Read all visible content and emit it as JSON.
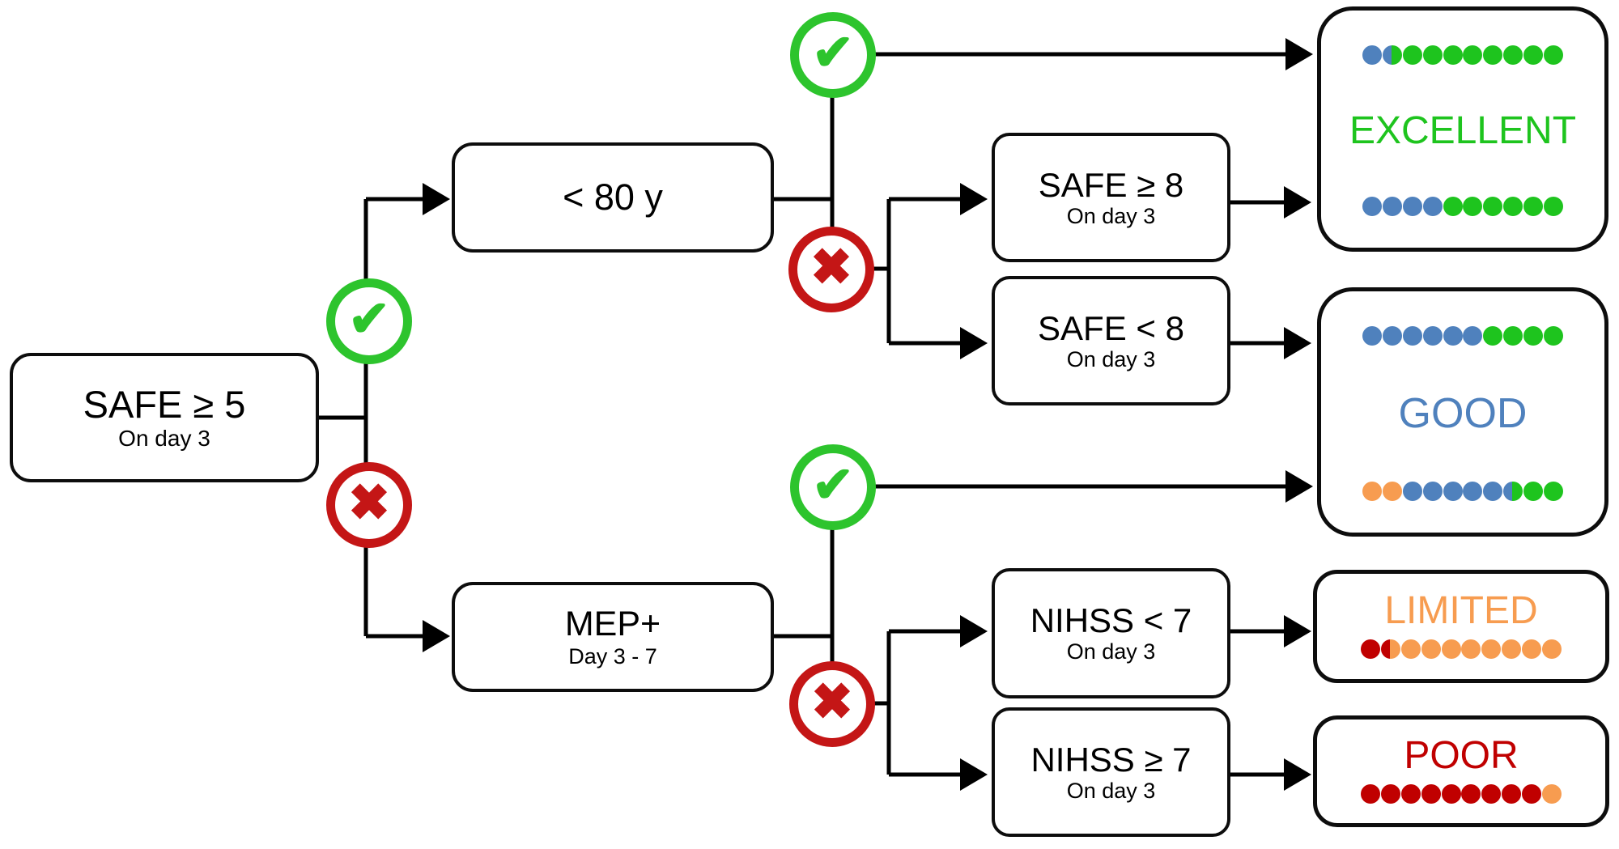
{
  "palette": {
    "green": "#1ec41e",
    "blue": "#4f81bd",
    "orange": "#f79c50",
    "dark_red": "#c00000",
    "check_green": "#2dc42d",
    "cross_red": "#c41616"
  },
  "icons": {
    "check": "✔",
    "cross": "✖"
  },
  "nodes": {
    "root": {
      "title": "SAFE ≥ 5",
      "subtitle": "On day 3"
    },
    "age": {
      "title": "< 80 y"
    },
    "mep": {
      "title": "MEP+",
      "subtitle": "Day 3 - 7"
    },
    "safe_ge8": {
      "title": "SAFE ≥ 8",
      "subtitle": "On day 3"
    },
    "safe_lt8": {
      "title": "SAFE < 8",
      "subtitle": "On day 3"
    },
    "nihss_lt7": {
      "title": "NIHSS < 7",
      "subtitle": "On day 3"
    },
    "nihss_ge7": {
      "title": "NIHSS ≥ 7",
      "subtitle": "On day 3"
    }
  },
  "outcomes": {
    "excellent": {
      "label": "EXCELLENT",
      "dot_rows": [
        [
          "blue",
          "blue/green",
          "green",
          "green",
          "green",
          "green",
          "green",
          "green",
          "green",
          "green"
        ],
        [
          "blue",
          "blue",
          "blue",
          "blue",
          "green",
          "green",
          "green",
          "green",
          "green",
          "green"
        ]
      ]
    },
    "good": {
      "label": "GOOD",
      "dot_rows": [
        [
          "blue",
          "blue",
          "blue",
          "blue",
          "blue",
          "blue",
          "green",
          "green",
          "green",
          "green"
        ],
        [
          "orange",
          "orange",
          "blue",
          "blue",
          "blue",
          "blue",
          "blue",
          "blue/green",
          "green",
          "green"
        ]
      ]
    },
    "limited": {
      "label": "LIMITED",
      "dot_rows": [
        [
          "dark_red",
          "dark_red/orange",
          "orange",
          "orange",
          "orange",
          "orange",
          "orange",
          "orange",
          "orange",
          "orange"
        ]
      ]
    },
    "poor": {
      "label": "POOR",
      "dot_rows": [
        [
          "dark_red",
          "dark_red",
          "dark_red",
          "dark_red",
          "dark_red",
          "dark_red",
          "dark_red",
          "dark_red",
          "dark_red",
          "orange"
        ]
      ]
    }
  }
}
